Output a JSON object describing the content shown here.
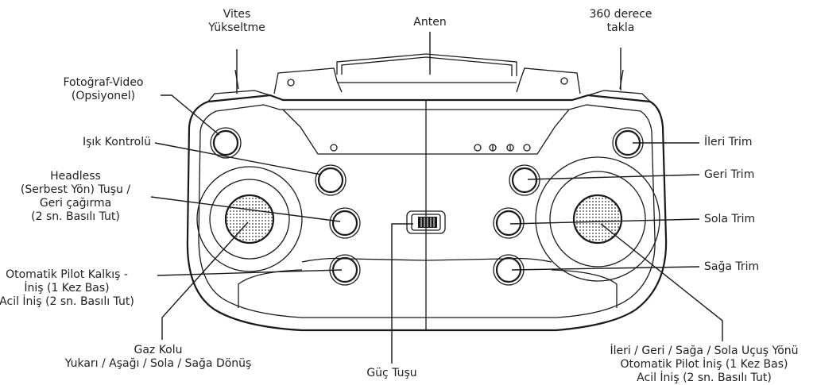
{
  "labels": {
    "vites": [
      "Vites",
      "Yükseltme"
    ],
    "anten": [
      "Anten"
    ],
    "takla": [
      "360 derece",
      "takla"
    ],
    "foto": [
      "Fotoğraf-Video",
      "(Opsiyonel)"
    ],
    "isik": [
      "Işık Kontrolü"
    ],
    "headless": [
      "Headless",
      "(Serbest Yön) Tuşu /",
      "Geri çağırma",
      "(2 sn. Basılı Tut)"
    ],
    "otopilot": [
      "Otomatik Pilot Kalkış -",
      "İniş (1 Kez Bas)",
      "Acil İniş (2 sn. Basılı Tut)"
    ],
    "gaz": [
      "Gaz Kolu",
      "Yukarı / Aşağı / Sola / Sağa Dönüş"
    ],
    "guc": [
      "Güç Tuşu"
    ],
    "ileri_trim": [
      "İleri Trim"
    ],
    "geri_trim": [
      "Geri Trim"
    ],
    "sola_trim": [
      "Sola Trim"
    ],
    "saga_trim": [
      "Sağa Trim"
    ],
    "yon": [
      "İleri / Geri / Sağa / Sola Uçuş Yönü",
      "Otomatik Pilot İniş (1 Kez Bas)",
      "Acil İniş (2 sn. Basılı Tut)"
    ]
  }
}
